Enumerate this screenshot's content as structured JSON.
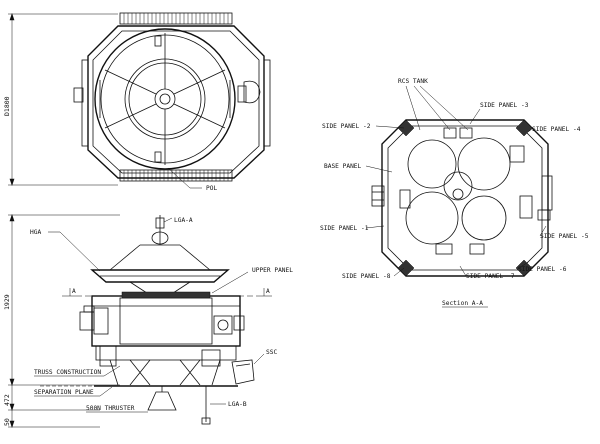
{
  "labels": {
    "pol": "POL",
    "lga_a": "LGA-A",
    "hga": "HGA",
    "upper_panel": "UPPER PANEL",
    "section_mark_left": "A",
    "section_mark_right": "A",
    "ssc": "SSC",
    "truss": "TRUSS CONSTRUCTION",
    "separation": "SEPARATION PLANE",
    "thruster": "500N THRUSTER",
    "lga_b": "LGA-B",
    "rcs_tank": "RCS TANK",
    "side_panel_1": "SIDE PANEL -1",
    "side_panel_2": "SIDE PANEL -2",
    "side_panel_3": "SIDE PANEL -3",
    "side_panel_4": "SIDE PANEL -4",
    "side_panel_5": "SIDE PANEL -5",
    "side_panel_6": "SIDE PANEL -6",
    "side_panel_7": "SIDE PANEL -7",
    "side_panel_8": "SIDE PANEL -8",
    "base_panel": "BASE PANEL",
    "section_title": "Section A-A"
  },
  "dimensions": {
    "diameter": "D1800",
    "height_1929": "1929",
    "height_472": "472",
    "height_50": "50"
  }
}
